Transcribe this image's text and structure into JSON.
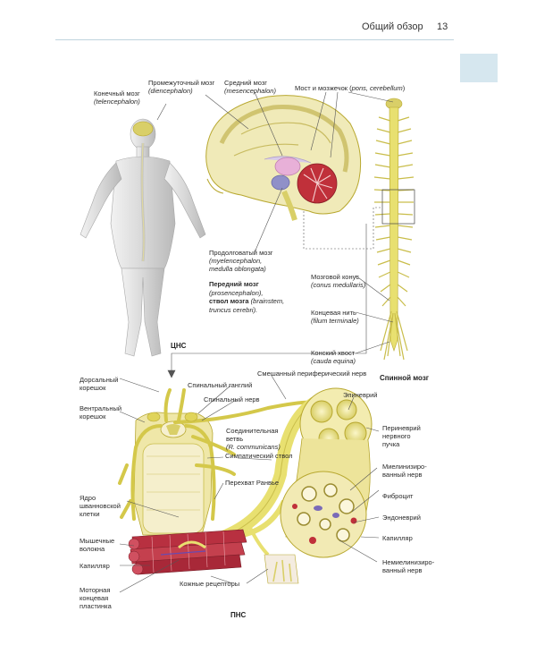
{
  "header": {
    "title": "Общий обзор",
    "page_number": "13"
  },
  "labels": {
    "telencephalon_ru": "Конечный мозг",
    "telencephalon_lat": "(telencephalon)",
    "diencephalon_ru": "Промежуточный мозг",
    "diencephalon_lat": "(diencephalon)",
    "mesencephalon_ru": "Средний мозг",
    "mesencephalon_lat": "(mesencephalon)",
    "pons_ru": "Мост и мозжечок (",
    "pons_lat": "pons, cerebellum",
    "pons_end": ")",
    "myel_ru": "Продолговатый мозг",
    "myel_lat1": "(myelencephalon,",
    "myel_lat2": "medulla oblongata)",
    "prosen_ru": "Передний мозг",
    "prosen_lat": "(prosencephalon),",
    "stem_ru": "ствол мозга",
    "stem_lat1": " (brainstem,",
    "stem_lat2": "truncus cerebri).",
    "cns": "ЦНС",
    "conus_ru": "Мозговой конус",
    "conus_lat": "(conus medullaris)",
    "filum_ru": "Концевая нить",
    "filum_lat": "(filum terminale)",
    "cauda_ru": "Конский хвост",
    "cauda_lat": "(cauda equina)",
    "spinal_cord": "Спинной мозг",
    "mixed_nerve": "Смешанный периферический нерв",
    "dorsal_root_1": "Дорсальный",
    "dorsal_root_2": "корешок",
    "spinal_ganglion": "Спинальный ганглий",
    "ventral_root_1": "Вентральный",
    "ventral_root_2": "корешок",
    "spinal_nerve": "Спинальный нерв",
    "epineurium": "Эпиневрий",
    "perineurium_1": "Периневрий",
    "perineurium_2": "нервного",
    "perineurium_3": "пучка",
    "ramus_1": "Соединительная",
    "ramus_2": "ветвь",
    "ramus_3": "(R. communicans)",
    "sympathetic": "Симпатический ствол",
    "myelinated_1": "Миелинизиро-",
    "myelinated_2": "ванный нерв",
    "ranvier": "Перехват Ранвье",
    "fibrocyte": "Фиброцит",
    "schwann_1": "Ядро",
    "schwann_2": "шванновской",
    "schwann_3": "клетки",
    "endoneurium": "Эндоневрий",
    "capillary_right": "Капилляр",
    "muscle_1": "Мышечные",
    "muscle_2": "волокна",
    "unmyelinated_1": "Немиелинизиро-",
    "unmyelinated_2": "ванный нерв",
    "capillary_left": "Капилляр",
    "motor_1": "Моторная",
    "motor_2": "концевая",
    "motor_3": "пластинка",
    "skin_receptors": "Кожные рецепторы",
    "pns": "ПНС"
  },
  "colors": {
    "accent_tab": "#d6e7ef",
    "header_line": "#bfd3dd",
    "nerve_yellow": "#e8e070",
    "nerve_outline": "#b8a830",
    "brain_red": "#c0303a",
    "muscle_red": "#b83040"
  }
}
